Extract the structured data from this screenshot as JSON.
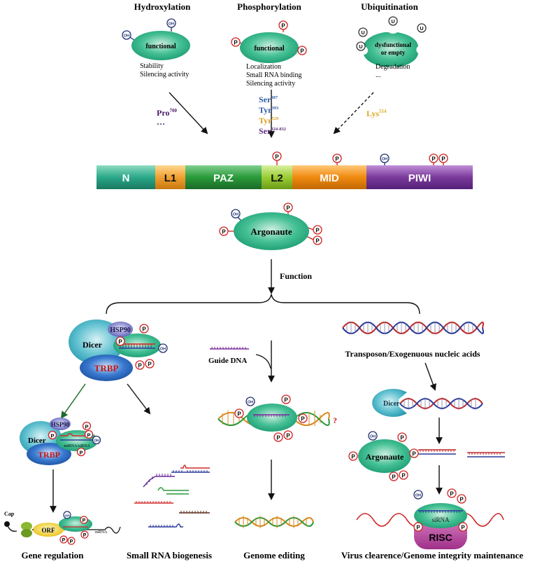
{
  "top": {
    "hydroxylation": {
      "title": "Hydroxylation",
      "protein_label": "functional",
      "effects": [
        "Stability",
        "Silencing activity"
      ],
      "site": "Pro",
      "site_sup": "700",
      "more": "…"
    },
    "phosphorylation": {
      "title": "Phosphorylation",
      "protein_label": "functional",
      "effects": [
        "Localization",
        "Small RNA binding",
        "Silencing activity"
      ],
      "sites": [
        {
          "res": "Ser",
          "sup": "387",
          "color": "#2e5aa8"
        },
        {
          "res": "Tyr",
          "sup": "393",
          "color": "#2e5aa8"
        },
        {
          "res": "Tyr",
          "sup": "529",
          "color": "#d8a020"
        },
        {
          "res": "Ser",
          "sup": "824-832",
          "color": "#5a2a7a"
        }
      ]
    },
    "ubiquitination": {
      "title": "Ubiquitination",
      "protein_label": [
        "dysfunctional",
        "or empty"
      ],
      "effects": [
        "Degradation",
        "..."
      ],
      "site": "Lys",
      "site_sup": "514"
    }
  },
  "domains": [
    {
      "label": "N",
      "color": "#2aa88a"
    },
    {
      "label": "L1",
      "color": "#f0a030"
    },
    {
      "label": "PAZ",
      "color": "#2a9a3a"
    },
    {
      "label": "L2",
      "color": "#9acd32"
    },
    {
      "label": "MID",
      "color": "#f08a10"
    },
    {
      "label": "PIWI",
      "color": "#7a3a9a"
    }
  ],
  "marks": {
    "p": "P",
    "oh": "OH",
    "u": "U"
  },
  "argonaute_label": "Argonaute",
  "function_label": "Function",
  "left_branch": {
    "dicer": "Dicer",
    "hsp90": "HSP90",
    "trbp": "TRBP",
    "duplex": "miRNA/siRNA",
    "cap": "Cap",
    "orf": "ORF",
    "mrna": "mRNA",
    "gene_regulation": "Gene regulation",
    "small_rna": "Small RNA biogenesis"
  },
  "middle_branch": {
    "guide_dna": "Guide DNA",
    "question": "?",
    "genome_editing": "Genome editing"
  },
  "right_branch": {
    "transposon": "Transposon/Exogenuous nucleic acids",
    "dicer": "Dicer",
    "argonaute": "Argonaute",
    "sirna": "siRNA",
    "risc": "RISC",
    "virus": "Virus clearence/Genome integrity maintenance"
  },
  "colors": {
    "protein": "#2fb98a",
    "p_ring": "#d02020",
    "oh_ring": "#203070",
    "dicer": "#4ab8c8",
    "trbp": "#1e5fb0",
    "trbp_text": "#c01818",
    "hsp90": "#7070c0",
    "risc": "#b0409a",
    "rna_red": "#d02828",
    "rna_blue": "#2a3a9a",
    "orf": "#f0d020"
  }
}
